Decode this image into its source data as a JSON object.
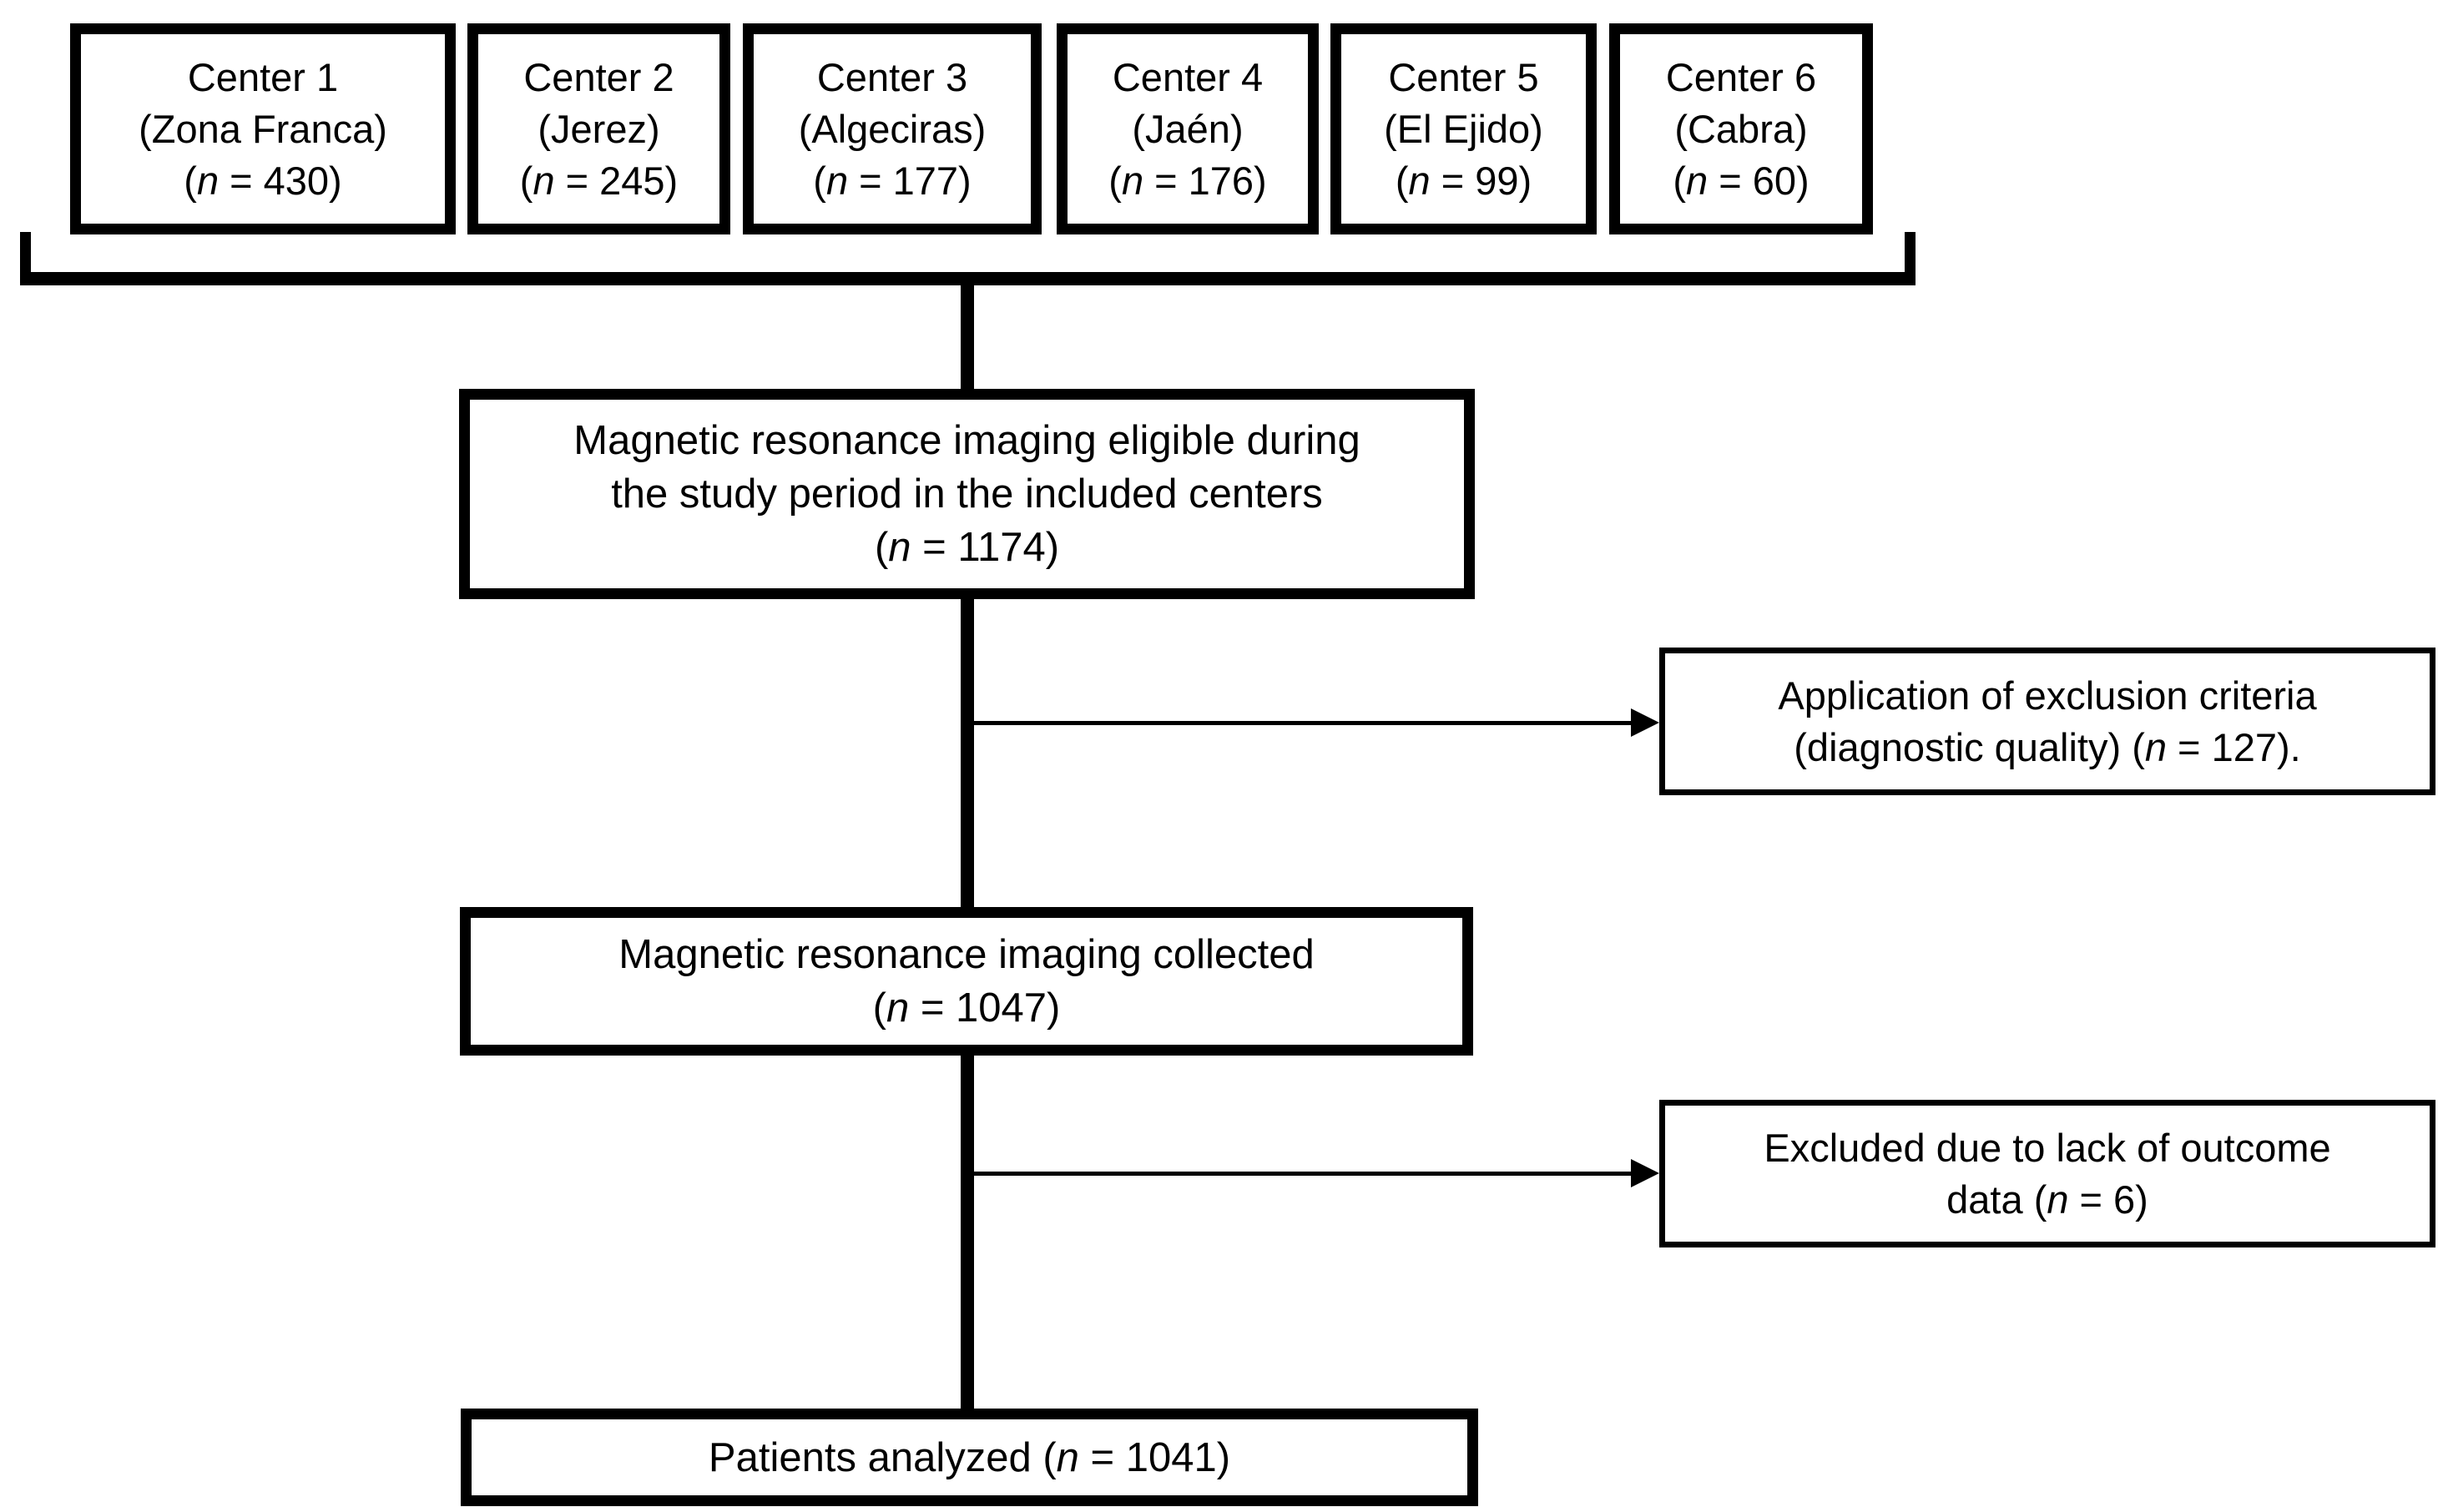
{
  "figure": {
    "colors": {
      "ink": "#000000",
      "background": "#ffffff"
    },
    "centers": [
      {
        "title": "Center 1",
        "location": "(Zona Franca)",
        "n_prefix": "(",
        "n": "n",
        "n_suffix": " = 430)"
      },
      {
        "title": "Center 2",
        "location": "(Jerez)",
        "n_prefix": "(",
        "n": "n",
        "n_suffix": " = 245)"
      },
      {
        "title": "Center 3",
        "location": "(Algeciras)",
        "n_prefix": "(",
        "n": "n",
        "n_suffix": " = 177)"
      },
      {
        "title": "Center 4",
        "location": "(Jaén)",
        "n_prefix": "(",
        "n": "n",
        "n_suffix": " = 176)"
      },
      {
        "title": "Center 5",
        "location": "(El Ejido)",
        "n_prefix": "(",
        "n": "n",
        "n_suffix": " = 99)"
      },
      {
        "title": "Center 6",
        "location": "(Cabra)",
        "n_prefix": "(",
        "n": "n",
        "n_suffix": " = 60)"
      }
    ],
    "eligible": {
      "line1": "Magnetic resonance imaging eligible during",
      "line2": "the study period in the included centers",
      "n_prefix": "(",
      "n": "n",
      "n_suffix": " = 1174)"
    },
    "exclusion1": {
      "line1": "Application of exclusion criteria",
      "line2_prefix": "(diagnostic quality) (",
      "n": "n",
      "line2_suffix": " = 127)."
    },
    "collected": {
      "line1": "Magnetic resonance imaging collected",
      "n_prefix": "(",
      "n": "n",
      "n_suffix": " = 1047)"
    },
    "exclusion2": {
      "line1": "Excluded due to lack of outcome",
      "line2_prefix": "data (",
      "n": "n",
      "line2_suffix": " = 6)"
    },
    "analyzed": {
      "prefix": "Patients analyzed (",
      "n": "n",
      "suffix": " = 1041)"
    }
  }
}
